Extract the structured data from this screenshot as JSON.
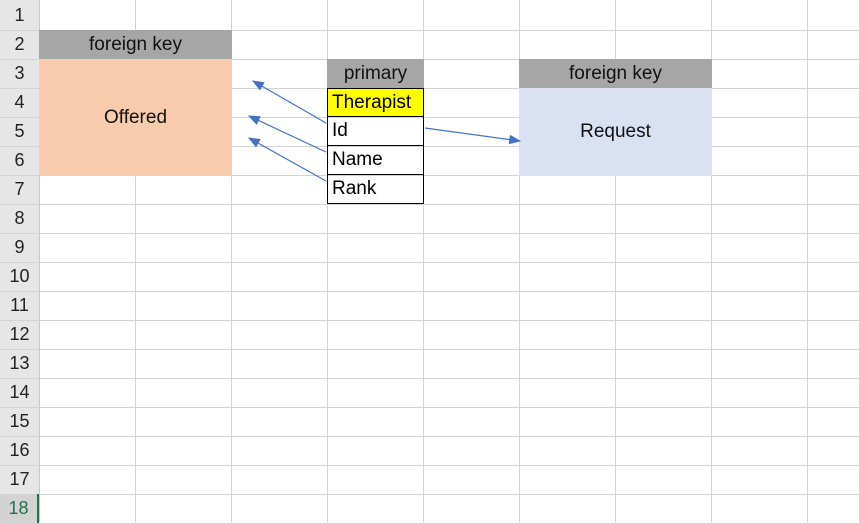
{
  "rows": [
    "1",
    "2",
    "3",
    "4",
    "5",
    "6",
    "7",
    "8",
    "9",
    "10",
    "11",
    "12",
    "13",
    "14",
    "15",
    "16",
    "17",
    "18"
  ],
  "offered_table": {
    "header": "foreign key",
    "label": "Offered",
    "header_color": "#a6a6a6",
    "fill_color": "#f8cbad"
  },
  "primary_table": {
    "header": "primary",
    "fields": [
      "Therapist",
      "Id",
      "Name",
      "Rank"
    ],
    "highlight_color": "#ffff00"
  },
  "request_table": {
    "header": "foreign key",
    "label": "Request",
    "header_color": "#a6a6a6",
    "fill_color": "#d9e1f2"
  },
  "arrow_color": "#4472c4",
  "active_row": "18"
}
